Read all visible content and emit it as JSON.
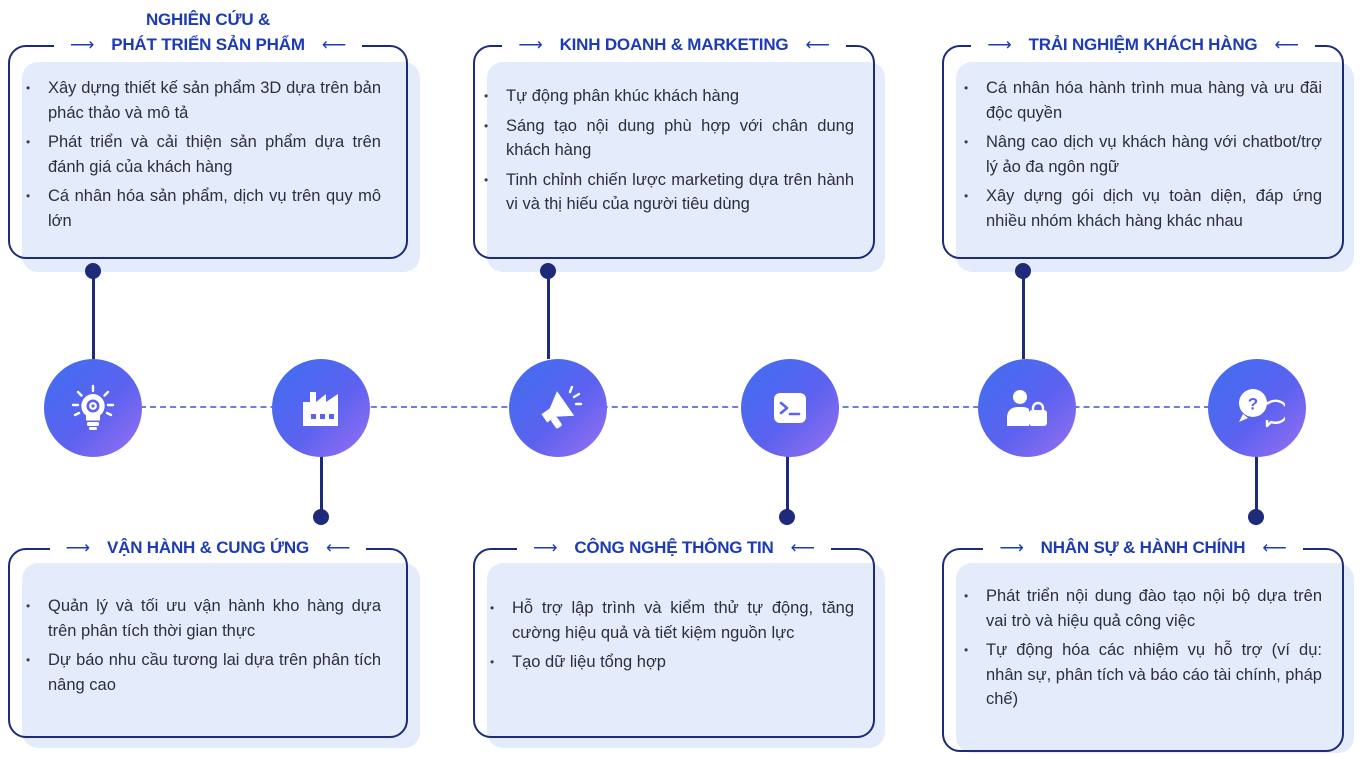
{
  "top_cards": [
    {
      "title_line1": "NGHIÊN CỨU &",
      "title_line2": "PHÁT TRIỂN SẢN PHẨM",
      "items": [
        "Xây dựng thiết kế sản phẩm 3D dựa trên bản phác thảo và mô tả",
        "Phát triển và cải thiện sản phẩm dựa trên đánh giá của khách hàng",
        "Cá nhân hóa sản phẩm, dịch vụ trên quy mô lớn"
      ]
    },
    {
      "title_line1": "KINH DOANH & MARKETING",
      "items": [
        "Tự động phân khúc khách hàng",
        "Sáng tạo nội dung phù hợp với chân dung khách hàng",
        "Tinh chỉnh chiến lược marketing dựa trên hành vi và thị hiếu của người tiêu dùng"
      ]
    },
    {
      "title_line1": "TRẢI NGHIỆM KHÁCH HÀNG",
      "items": [
        "Cá nhân hóa hành trình mua hàng và ưu đãi độc quyền",
        "Nâng cao dịch vụ khách hàng với chatbot/trợ lý ảo đa ngôn ngữ",
        "Xây dựng gói dịch vụ toàn diện, đáp ứng nhiều nhóm khách hàng khác nhau"
      ]
    }
  ],
  "bottom_cards": [
    {
      "title_line1": "VẬN HÀNH & CUNG ỨNG",
      "items": [
        "Quản lý và tối ưu vận hành kho hàng dựa trên phân tích thời gian thực",
        "Dự báo nhu cầu tương lai dựa trên phân tích nâng cao"
      ]
    },
    {
      "title_line1": "CÔNG NGHỆ THÔNG TIN",
      "items": [
        "Hỗ trợ lập trình và kiểm thử tự động, tăng cường hiệu quả và tiết kiệm nguồn lực",
        "Tạo dữ liệu tổng hợp"
      ]
    },
    {
      "title_line1": "NHÂN SỰ & HÀNH CHÍNH",
      "items": [
        "Phát triển nội dung đào tạo nội bộ dựa trên vai trò và hiệu quả công việc",
        "Tự động hóa các nhiệm vụ hỗ trợ (ví dụ: nhân sự, phân tích và báo cáo tài chính, pháp chế)"
      ]
    }
  ],
  "nodes": [
    {
      "icon": "lightbulb-gear-icon"
    },
    {
      "icon": "factory-icon"
    },
    {
      "icon": "megaphone-icon"
    },
    {
      "icon": "terminal-icon"
    },
    {
      "icon": "customer-bag-icon"
    },
    {
      "icon": "question-chat-icon"
    }
  ],
  "colors": {
    "title": "#1c3bb5",
    "border": "#1e2a7a",
    "card_fill": "#e4ecfb",
    "gradient_start": "#3f6ff0",
    "gradient_end": "#9a6ff2",
    "dashed_line": "#6f7fd8"
  }
}
